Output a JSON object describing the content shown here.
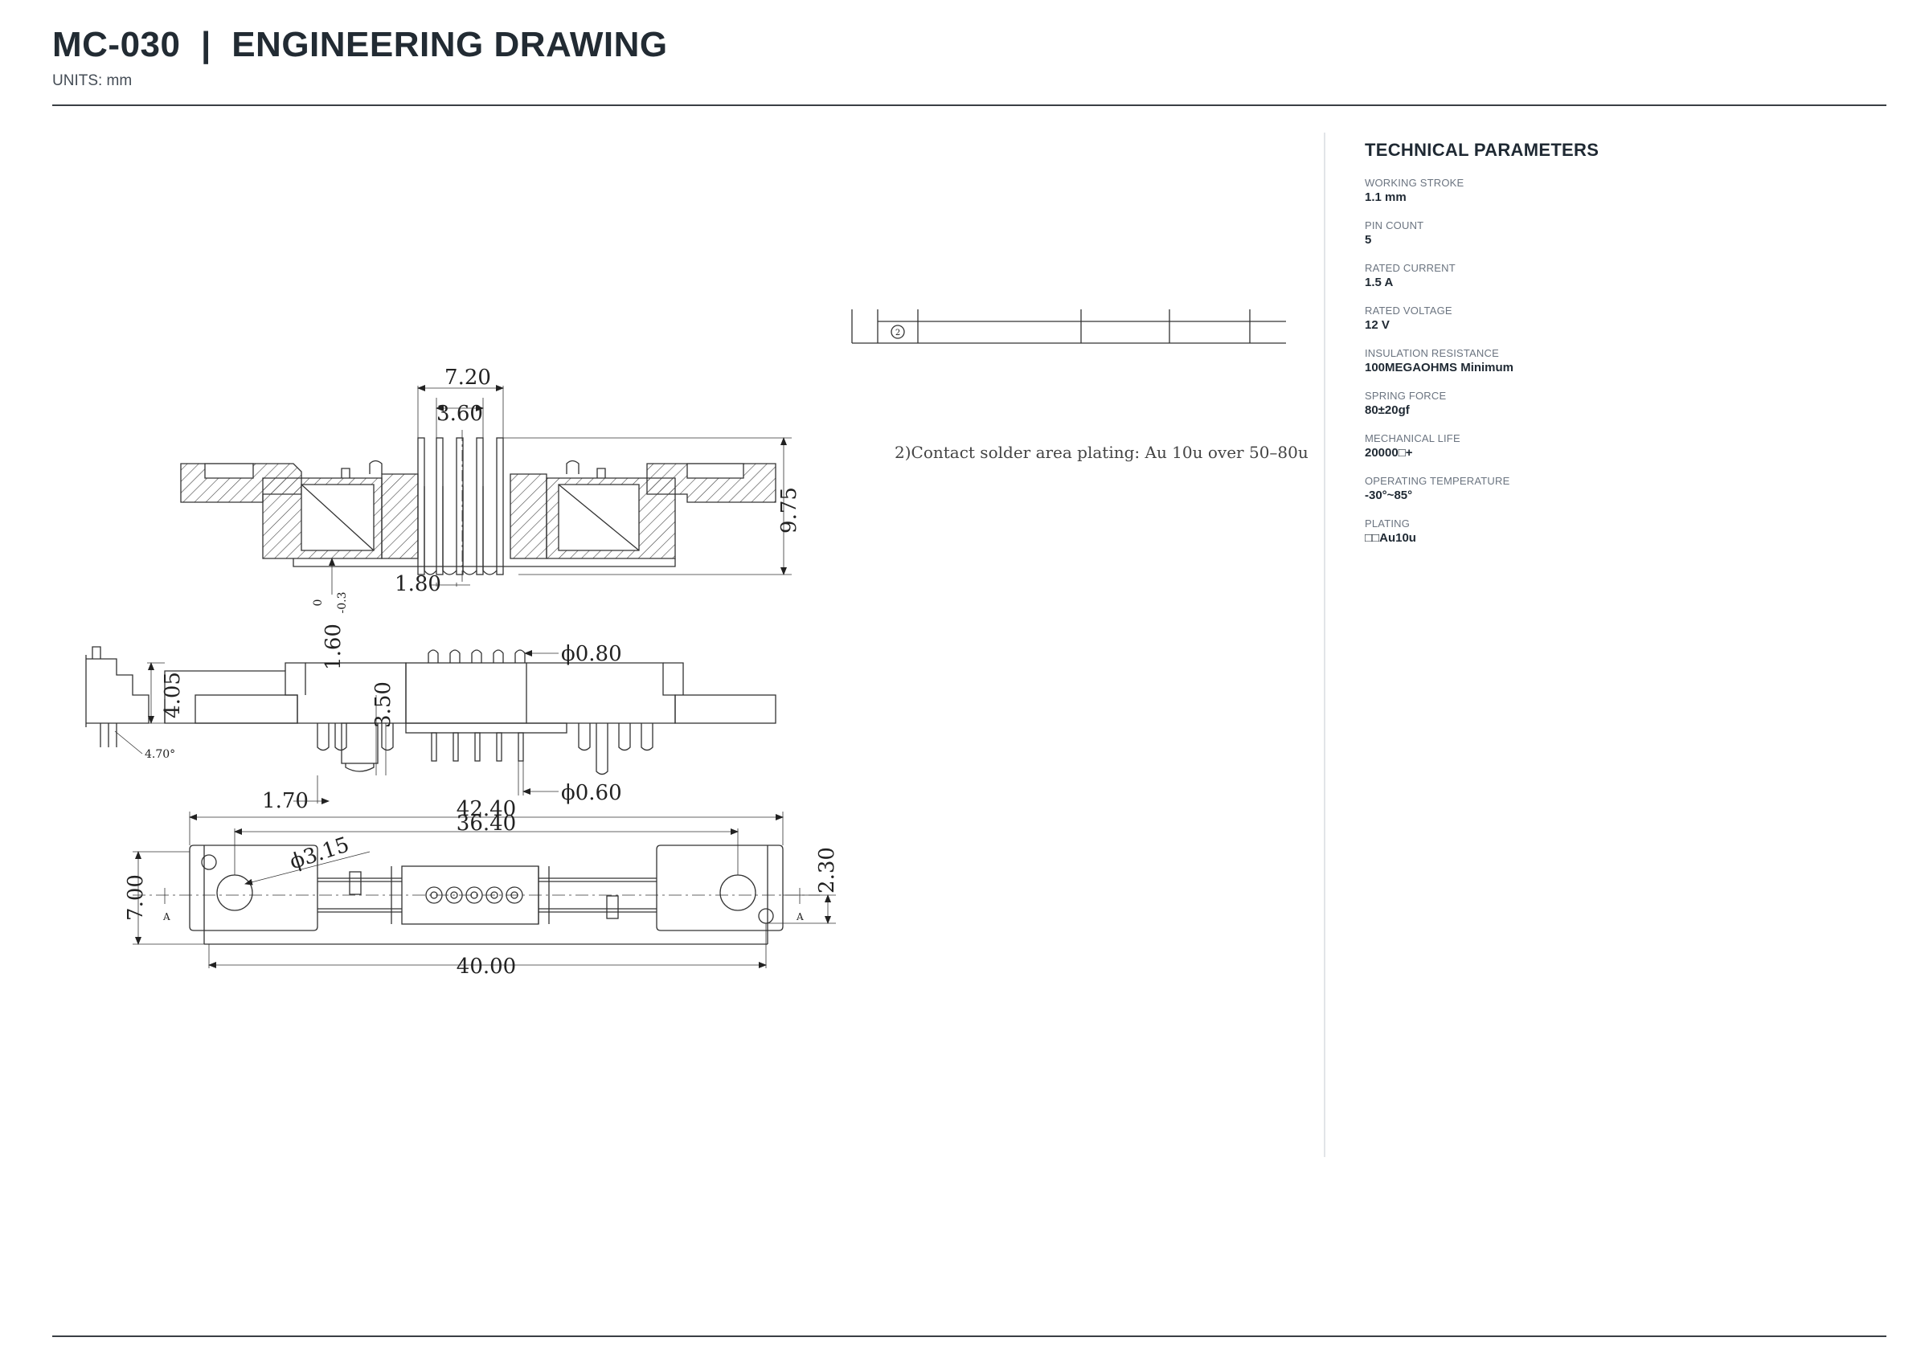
{
  "header": {
    "title": "MC-030  |  ENGINEERING DRAWING",
    "units": "UNITS: mm"
  },
  "params": {
    "title": "TECHNICAL PARAMETERS",
    "items": [
      {
        "label": "WORKING STROKE",
        "value": "1.1 mm"
      },
      {
        "label": "PIN COUNT",
        "value": "5"
      },
      {
        "label": "RATED CURRENT",
        "value": "1.5 A"
      },
      {
        "label": "RATED VOLTAGE",
        "value": "12 V"
      },
      {
        "label": "INSULATION RESISTANCE",
        "value": "100MEGAOHMS Minimum"
      },
      {
        "label": "SPRING FORCE",
        "value": "80±20gf"
      },
      {
        "label": "MECHANICAL LIFE",
        "value": "20000□+"
      },
      {
        "label": "OPERATING TEMPERATURE",
        "value": "-30°~85°"
      },
      {
        "label": "PLATING",
        "value": "□□Au10u"
      }
    ]
  },
  "drawing": {
    "note": "2)Contact  solder  area  plating:  Au  10u   over  50–80u",
    "table_row_number": "2",
    "dims": {
      "d720": "7.20",
      "d360": "3.60",
      "d975": "9.75",
      "d180": "1.80",
      "d160": "1.60",
      "d160_tol_upper": "0",
      "d160_tol_lower": "-0.3",
      "d080": "ϕ0.80",
      "d405": "4.05",
      "d350": "3.50",
      "d060": "ϕ0.60",
      "d170": "1.70",
      "d470": "4.70°",
      "d4240": "42.40",
      "d3640": "36.40",
      "d315": "ϕ3.15",
      "d700": "7.00",
      "d230": "2.30",
      "d4000": "40.00",
      "sectionA": "A"
    }
  }
}
